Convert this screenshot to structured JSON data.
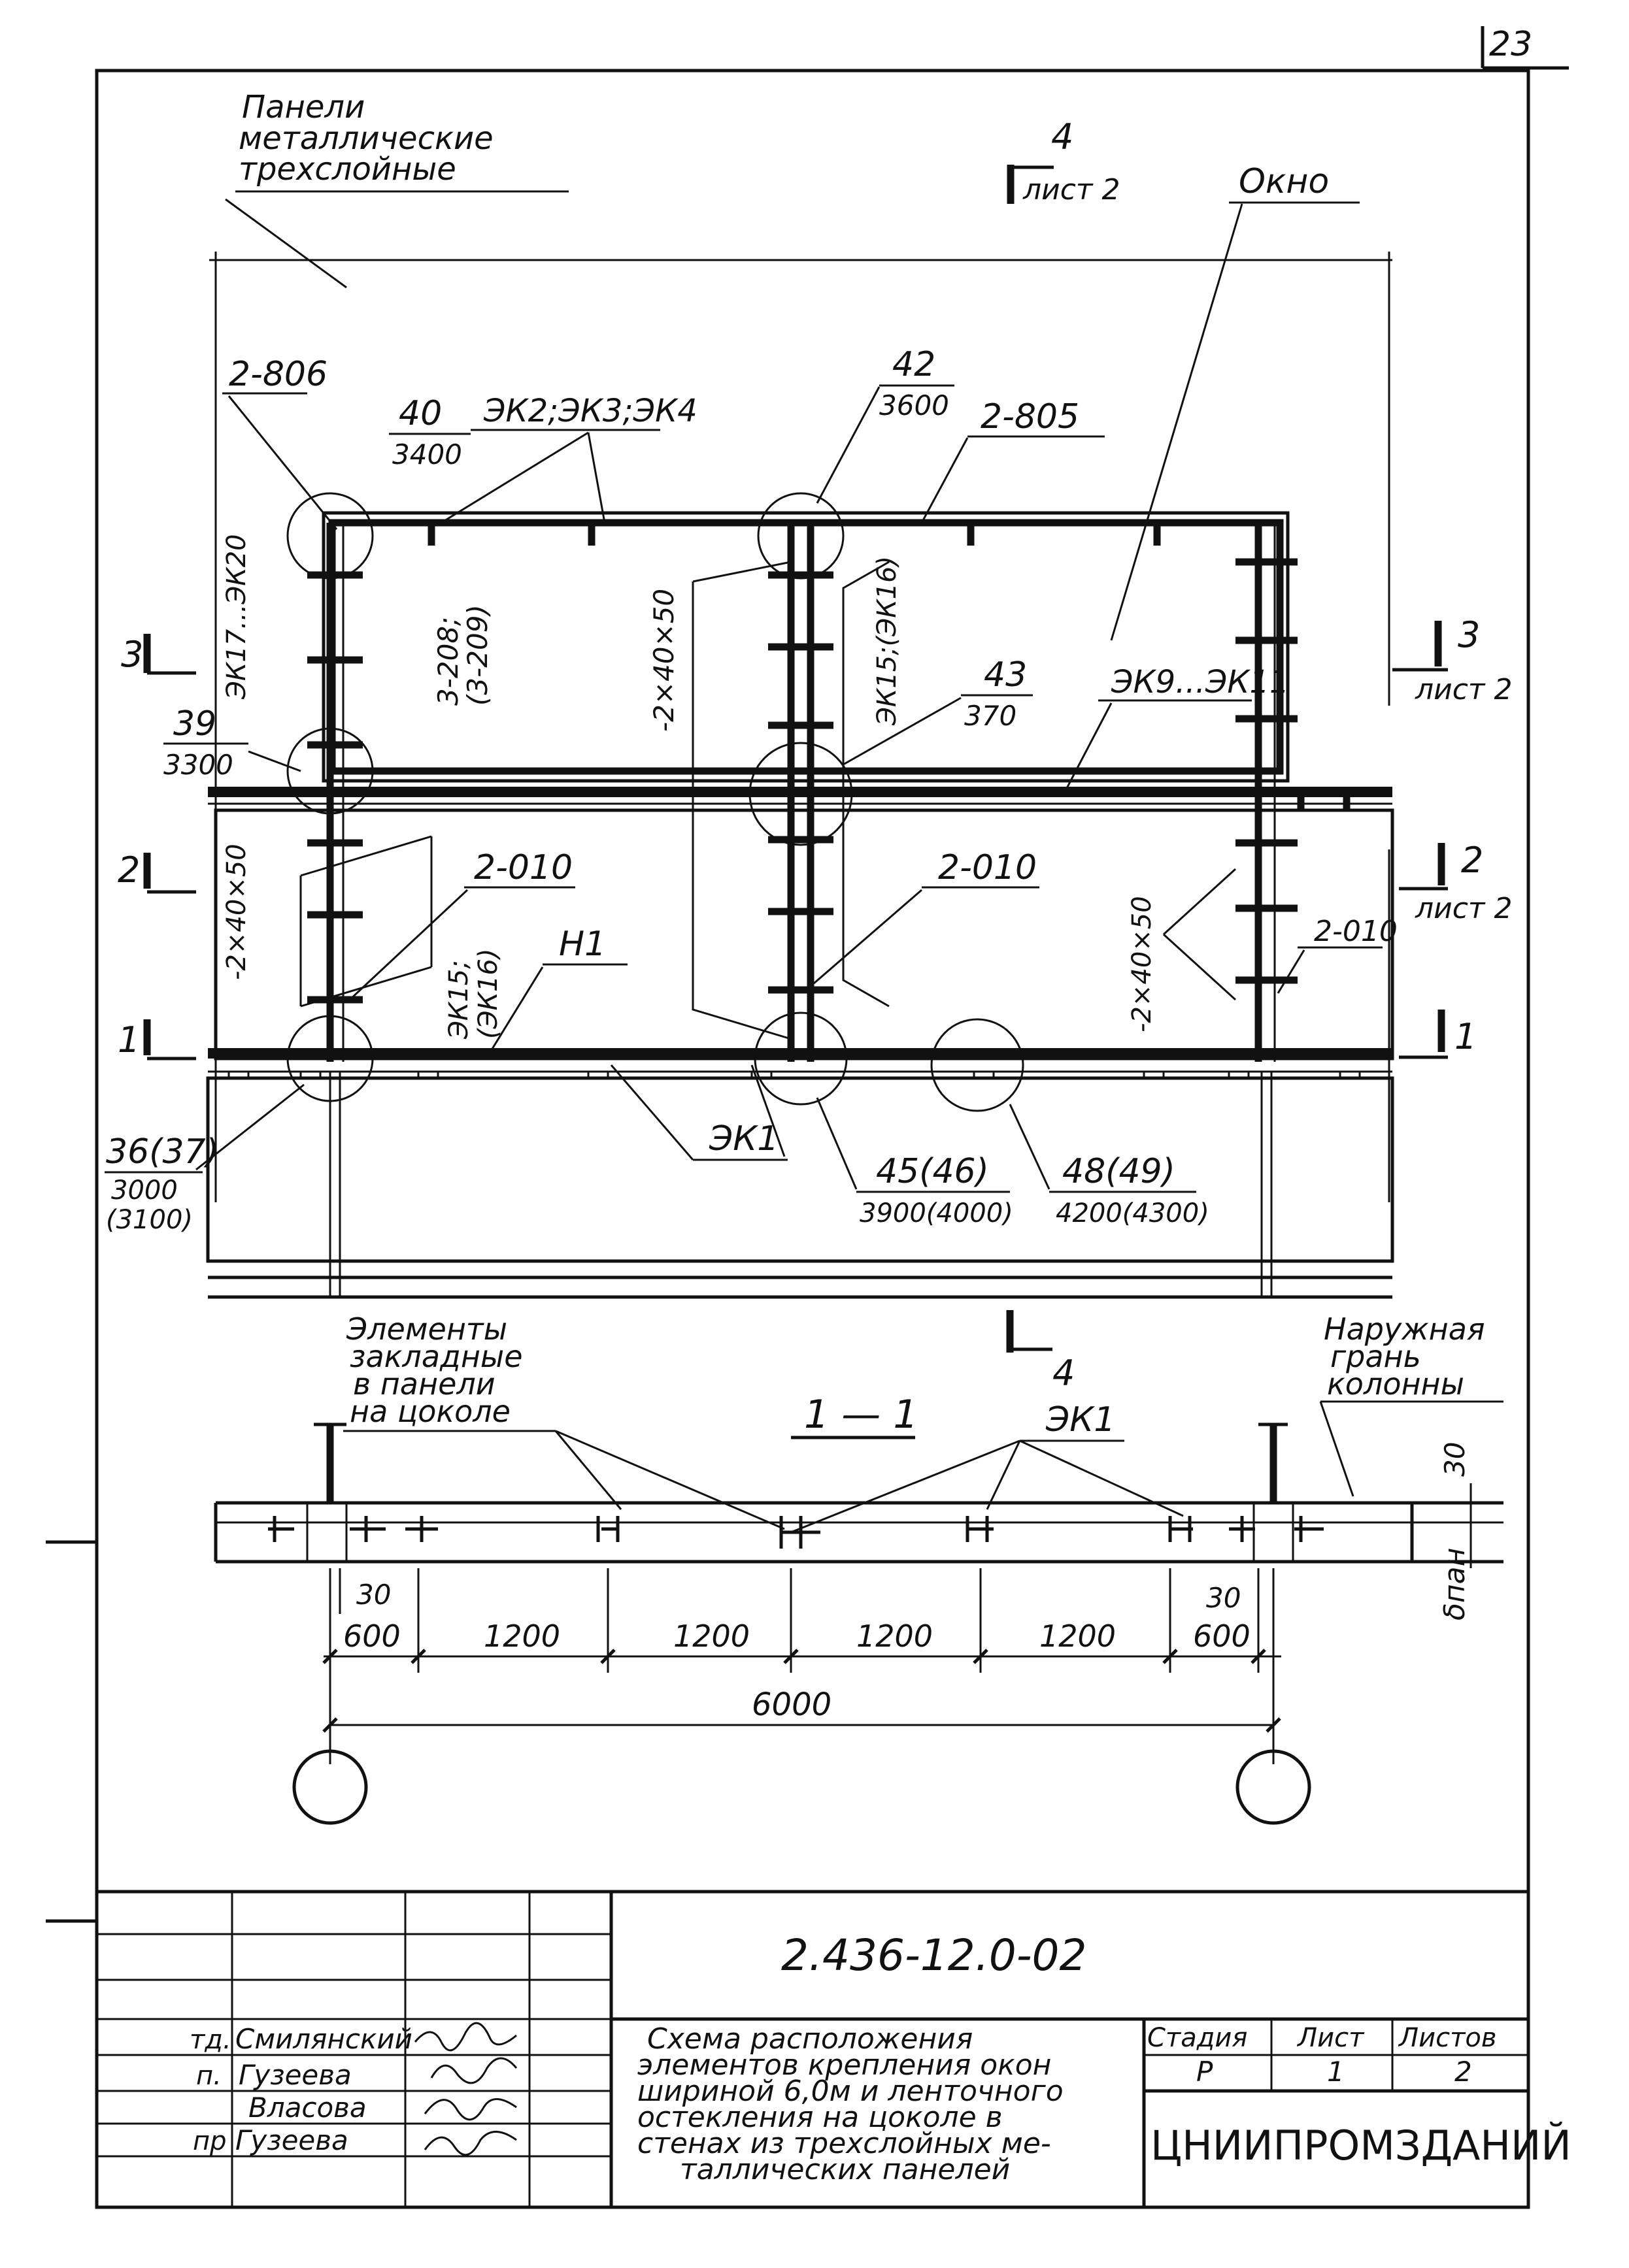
{
  "sheet_number": "23",
  "labels": {
    "panels": [
      "Панели",
      "металлические",
      "трехслойные"
    ],
    "window": "Окно",
    "section4_num": "4",
    "section4_sheet": "лист 2",
    "section4_bottom_num": "4",
    "sec3_num": "3",
    "sec3_sheet": "лист 2",
    "sec2_num": "2",
    "sec2_sheet": "лист 2",
    "sec1_right": "1",
    "level3": "3",
    "level2": "2",
    "level1": "1",
    "node_806": "2-806",
    "node_805": "2-805",
    "node_40": "40",
    "node_40_sub": "3400",
    "node_42": "42",
    "node_42_sub": "3600",
    "ek234": "ЭК2;ЭК3;ЭК4",
    "ek17_20": "ЭК17...ЭК20",
    "t3208": "3-208;",
    "t3209": "(3-209)",
    "pl_mid": "-2×40×50",
    "ek15_mid": "ЭК15;(ЭК16)",
    "node_43": "43",
    "node_43_sub": "370",
    "ek9_11": "ЭК9...ЭК11",
    "node_39": "39",
    "node_39_sub": "3300",
    "pl_left": "-2×40×50",
    "n2010_left": "2-010",
    "ek15_left_a": "ЭК15;",
    "ek15_left_b": "(ЭК16)",
    "h1": "Н1",
    "n2010_mid": "2-010",
    "pl_right": "-2×40×50",
    "n2010_right": "2-010",
    "ek1": "ЭК1",
    "node_36": "36(37)",
    "node_36_sub1": "3000",
    "node_36_sub2": "(3100)",
    "node_45": "45(46)",
    "node_45_sub": "3900(4000)",
    "node_48": "48(49)",
    "node_48_sub": "4200(4300)",
    "embedded": [
      "Элементы",
      "закладные",
      "в панели",
      "на цоколе"
    ],
    "section_title": "1 — 1",
    "ek1_bottom": "ЭК1",
    "outer_face": [
      "Наружная",
      "грань",
      "колонны"
    ],
    "dim_30_top": "30",
    "dim_30_left": "30",
    "dim_30_right": "30",
    "dim_600_left": "600",
    "dim_1200_1": "1200",
    "dim_1200_2": "1200",
    "dim_1200_3": "1200",
    "dim_1200_4": "1200",
    "dim_600_right": "600",
    "dim_6000": "6000",
    "dim_vplan": "δпан"
  },
  "title_block": {
    "code": "2.436-12.0-02",
    "description": [
      "Схема расположения",
      "элементов крепления окон",
      "шириной 6,0м и ленточного",
      "остекления на цоколе в",
      "стенах из трехслойных ме-",
      "таллических панелей"
    ],
    "col_stage": "Стадия",
    "col_sheet": "Лист",
    "col_sheets": "Листов",
    "stage": "Р",
    "sheet": "1",
    "sheets": "2",
    "org": "ЦНИИПРОМЗДАНИЙ",
    "people": [
      {
        "role": "тд.",
        "name": "Смилянский"
      },
      {
        "role": "п.",
        "name": "Гузеева"
      },
      {
        "role": "",
        "name": "Власова"
      },
      {
        "role": "пр",
        "name": "Гузеева"
      }
    ]
  }
}
